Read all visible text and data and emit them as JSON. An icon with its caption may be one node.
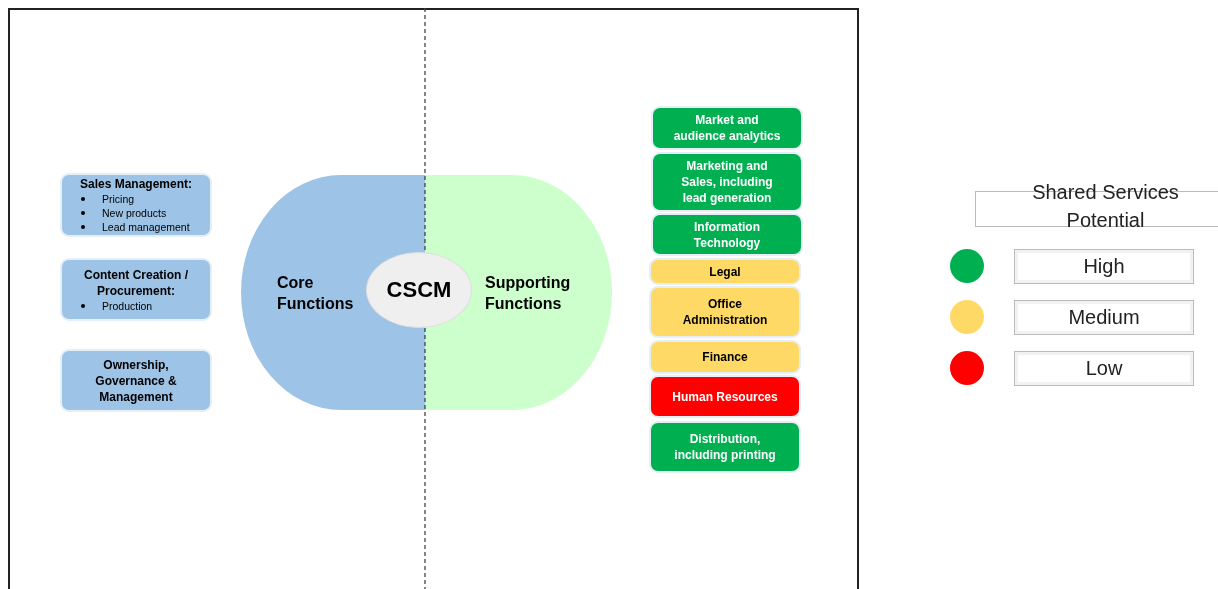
{
  "diagram": {
    "nodes": [
      {
        "text": [
          "Sales Management:",
          "Pricing",
          "New products",
          "Lead management"
        ]
      },
      {
        "text": [
          "Content Creation / Procurement:",
          "Production"
        ]
      },
      {
        "text": [
          "Ownership, Governance & Management"
        ]
      },
      {
        "text": [
          "Core Functions"
        ]
      },
      {
        "text": [
          "CSCM"
        ]
      },
      {
        "text": [
          "Supporting Functions"
        ]
      },
      {
        "text": [
          "Market and audience analytics"
        ]
      },
      {
        "text": [
          "Marketing and Sales, including lead generation"
        ]
      },
      {
        "text": [
          "Information Technology"
        ]
      },
      {
        "text": [
          "Legal"
        ]
      },
      {
        "text": [
          "Office Administration"
        ]
      },
      {
        "text": [
          "Finance"
        ]
      },
      {
        "text": [
          "Human Resources"
        ]
      },
      {
        "text": [
          "Distribution, including printing"
        ]
      }
    ],
    "edges": [],
    "labels": [
      "Shared Services Potential"
    ],
    "legend": [
      {
        "text": "High",
        "color": "#00b050"
      },
      {
        "text": "Medium",
        "color": "#ffd966"
      },
      {
        "text": "Low",
        "color": "#ff0000"
      }
    ]
  }
}
